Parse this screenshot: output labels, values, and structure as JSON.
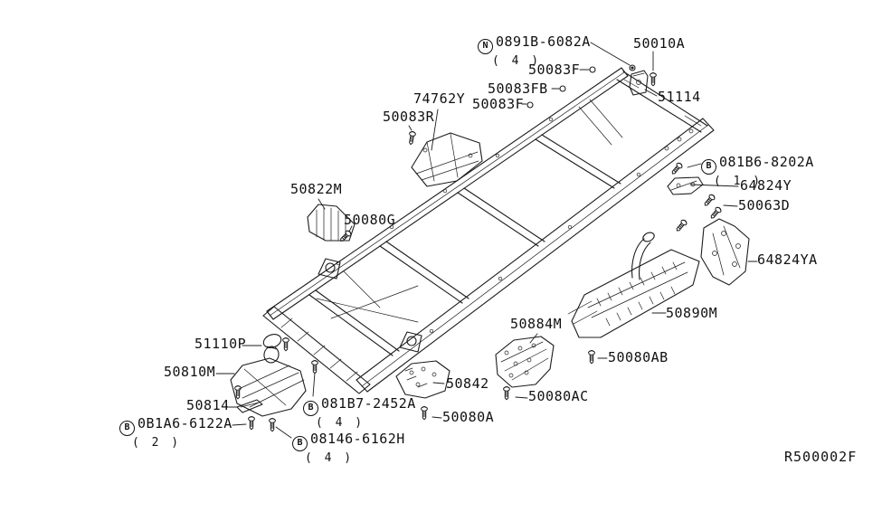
{
  "diagram": {
    "ref_code": "R500002F",
    "colors": {
      "background": "#ffffff",
      "line": "#1c1c1c",
      "text": "#111111"
    },
    "icons": {
      "fastener": "bolt-icon",
      "clip": "clip-circle-icon",
      "prefix_badge": "circled-letter"
    },
    "labels": [
      {
        "prefix": "N",
        "text": "0891B-6082A",
        "qty": "( 4 )"
      },
      {
        "text": "50010A"
      },
      {
        "text": "50083F"
      },
      {
        "text": "50083FB"
      },
      {
        "text": "50083F"
      },
      {
        "text": "51114"
      },
      {
        "text": "74762Y"
      },
      {
        "text": "50083R"
      },
      {
        "prefix": "B",
        "text": "081B6-8202A",
        "qty": "( 1 )"
      },
      {
        "text": "64824Y"
      },
      {
        "text": "50063D"
      },
      {
        "text": "50822M"
      },
      {
        "text": "50080G"
      },
      {
        "text": "64824YA"
      },
      {
        "text": "50890M"
      },
      {
        "text": "50884M"
      },
      {
        "text": "50080AB"
      },
      {
        "text": "51110P"
      },
      {
        "text": "50810M"
      },
      {
        "text": "50842"
      },
      {
        "text": "50814"
      },
      {
        "prefix": "B",
        "text": "081B7-2452A",
        "qty": "( 4 )"
      },
      {
        "text": "50080A"
      },
      {
        "text": "50080AC"
      },
      {
        "prefix": "B",
        "text": "0B1A6-6122A",
        "qty": "( 2 )"
      },
      {
        "prefix": "B",
        "text": "08146-6162H",
        "qty": "( 4 )"
      }
    ]
  }
}
